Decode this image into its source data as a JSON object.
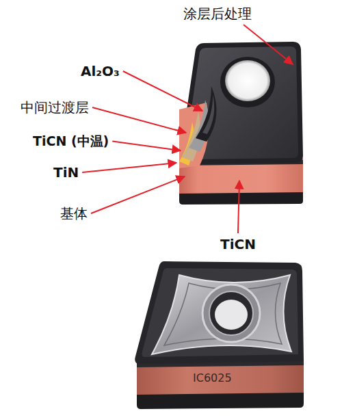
{
  "diagram": {
    "labels": [
      "涂层后处理",
      "Al₂O₃",
      "中间过渡层",
      "TiCN (中温)",
      "TiN",
      "基体",
      "TiCN",
      "IC6025"
    ]
  }
}
